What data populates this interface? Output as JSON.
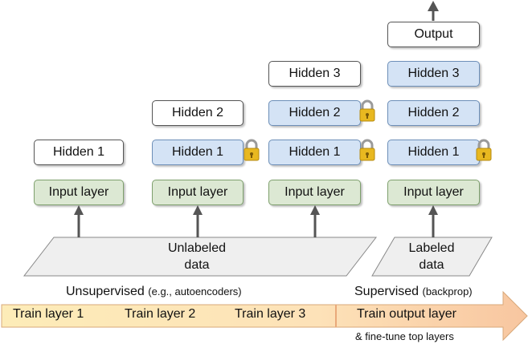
{
  "columns": [
    {
      "layers": [
        {
          "label": "Hidden 1",
          "kind": "new",
          "locked": false
        },
        {
          "label": "Input layer",
          "kind": "input",
          "locked": false
        }
      ]
    },
    {
      "layers": [
        {
          "label": "Hidden 2",
          "kind": "new",
          "locked": false
        },
        {
          "label": "Hidden 1",
          "kind": "pretrained",
          "locked": true
        },
        {
          "label": "Input layer",
          "kind": "input",
          "locked": false
        }
      ]
    },
    {
      "layers": [
        {
          "label": "Hidden 3",
          "kind": "new",
          "locked": false
        },
        {
          "label": "Hidden 2",
          "kind": "pretrained",
          "locked": true
        },
        {
          "label": "Hidden 1",
          "kind": "pretrained",
          "locked": true
        },
        {
          "label": "Input layer",
          "kind": "input",
          "locked": false
        }
      ]
    },
    {
      "layers": [
        {
          "label": "Output",
          "kind": "new",
          "locked": false
        },
        {
          "label": "Hidden 3",
          "kind": "pretrained",
          "locked": false
        },
        {
          "label": "Hidden 2",
          "kind": "pretrained",
          "locked": false
        },
        {
          "label": "Hidden 1",
          "kind": "pretrained",
          "locked": true
        },
        {
          "label": "Input layer",
          "kind": "input",
          "locked": false
        }
      ]
    }
  ],
  "data_blocks": {
    "unlabeled": {
      "line1": "Unlabeled",
      "line2": "data"
    },
    "labeled": {
      "line1": "Labeled",
      "line2": "data"
    }
  },
  "phases": {
    "unsupervised": {
      "title": "Unsupervised",
      "note": "(e.g., autoencoders)"
    },
    "supervised": {
      "title": "Supervised",
      "note": "(backprop)"
    }
  },
  "training_steps": [
    "Train layer 1",
    "Train layer 2",
    "Train layer 3",
    "Train output layer"
  ],
  "fine_tune_note": "& fine-tune top layers",
  "colors": {
    "new_layer": "#ffffff",
    "pretrained_layer": "#d4e3f5",
    "input_layer": "#dce8d3",
    "arrow": "#555555",
    "lock_body": "#e8b820",
    "timeline_start": "#fdebb4",
    "timeline_end": "#f8c9a2"
  },
  "icons": [
    "lock-icon",
    "up-arrow-icon",
    "timeline-arrow-icon"
  ]
}
